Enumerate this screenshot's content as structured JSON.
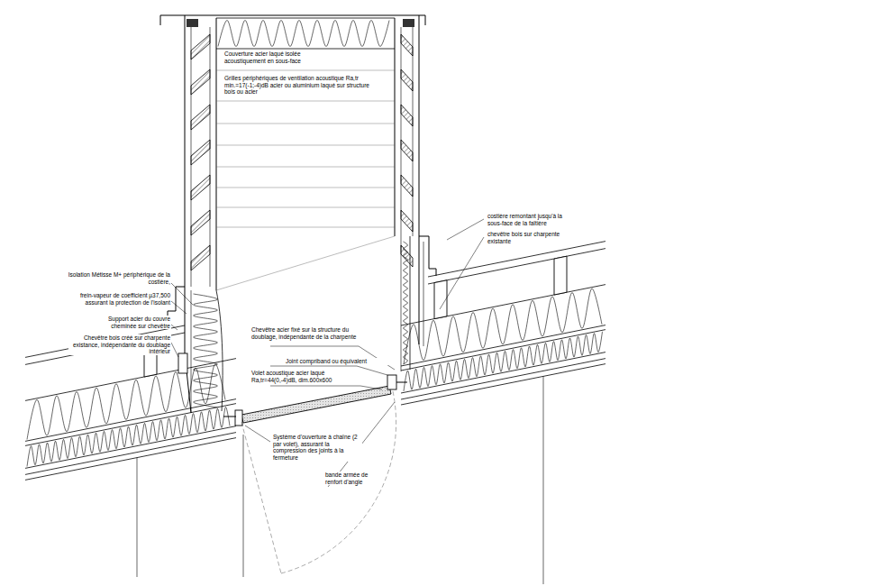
{
  "diagram": {
    "labels": [
      "Couverture acier laqué isolée acoustiquement en sous-face",
      "Grilles périphériques de ventilation acoustique Ra,tr min.=17(-1;-4)dB acier ou aluminium laqué sur structure bois ou acier",
      "costière remontant jusqu'à la sous-face de la faîtière",
      "chevêtre bois sur charpente existante",
      "Isolation Métisse M+ périphérique de la costière,",
      "frein-vapeur de coefficient µ37,500 assurant la protection de l'isolant",
      "Support acier du couvre cheminée sur chevêtre",
      "Chevêtre bois créé sur charpente existance, indépendante du doublage intérieur",
      "Chevêtre acier fixé sur la structure du doublage, indépendante de la charpente",
      "Joint compriband ou équivalent",
      "Volet acoustique acier laqué Ra,tr=44(0,-4)dB, dim.600x600",
      "Système d'ouverture à chaîne (2 par volet), assurant la compression des joints à la fermeture",
      "bande armée de renfort d'angle"
    ]
  }
}
